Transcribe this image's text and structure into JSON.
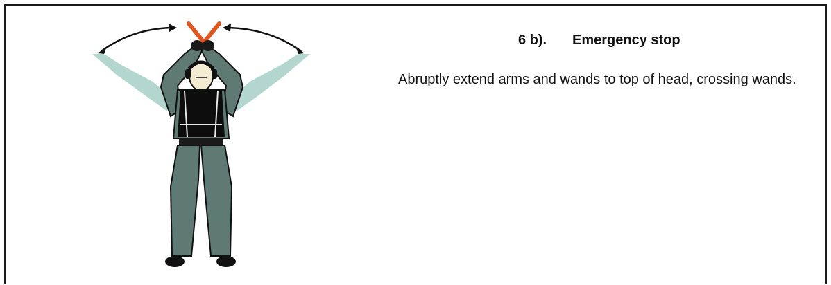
{
  "signal": {
    "number": "6 b).",
    "title": "Emergency stop",
    "description": "Abruptly extend arms and wands to top of head, crossing wands."
  },
  "colors": {
    "wand": "#e0541e",
    "uniform": "#5f7a73",
    "vest": "#0d0d0d",
    "ghost_arm": "#b3d7cf",
    "skin": "#f4ecd2"
  },
  "icons": {
    "figure": "marshaller-figure-icon",
    "arrows": "motion-arrow-icon"
  }
}
